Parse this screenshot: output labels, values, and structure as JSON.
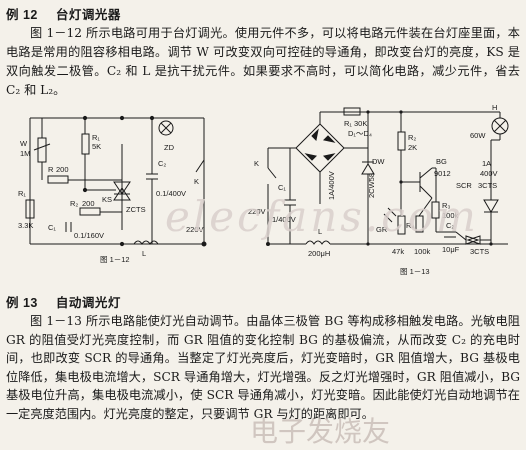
{
  "example12": {
    "number": "例 12",
    "title": "台灯调光器",
    "paragraph": "图 1－12 所示电路可用于台灯调光。使用元件不多，可以将电路元件装在台灯座里面，本电路是常用的阻容移相电路。调节 W 可改变双向可控硅的导通角，即改变台灯的亮度，KS 是双向触发二极管。C₂ 和 L 是抗干扰元件。如果要求不高时，可以简化电路，减少元件，省去 C₂ 和 L₂。"
  },
  "figure12": {
    "caption": "图 1－12",
    "labels": [
      "W",
      "1M",
      "R₁",
      "5K",
      "ZD",
      "R",
      "200",
      "K",
      "R₁",
      "3.3K",
      "R₂",
      "200",
      "KS",
      "ZCTS",
      "C₁",
      "0.1/160V",
      "C₂",
      "0.1/400V",
      "L",
      "220V"
    ]
  },
  "figure13": {
    "caption": "图 1－13",
    "labels": [
      "R₁",
      "30K",
      "D₁～D₄",
      "R₂",
      "2K",
      "H",
      "60W",
      "C₁",
      "1/400V",
      "1A/400V",
      "DW",
      "2CW58",
      "BG",
      "9012",
      "1A",
      "400V",
      "SCR",
      "3CTS",
      "R₃",
      "100k",
      "GR",
      "47k",
      "C₂",
      "10μF",
      "R₄",
      "100k",
      "L",
      "200μH",
      "K",
      "220V",
      "3CTS"
    ]
  },
  "example13": {
    "number": "例 13",
    "title": "自动调光灯",
    "paragraph": "图 1－13 所示电路能使灯光自动调节。由晶体三极管 BG 等构成移相触发电路。光敏电阻 GR 的阻值受灯光亮度控制，而 GR 阻值的变化控制 BG 的基极偏流，从而改变 C₂ 的充电时间，也即改变 SCR 的导通角。当整定了灯光亮度后，灯光变暗时，GR 阻值增大，BG 基极电位降低，集电极电流增大，SCR 导通角增大，灯光增强。反之灯光增强时，GR 阻值减小，BG 基极电位升高，集电极电流减小，使 SCR 导通角减小，灯光变暗。因此能使灯光自动地调节在一定亮度范围内。灯光亮度的整定，只要调节 GR 与灯的距离即可。"
  },
  "watermarks": {
    "latin": "elecfans.com",
    "chinese": "电子发烧友"
  }
}
